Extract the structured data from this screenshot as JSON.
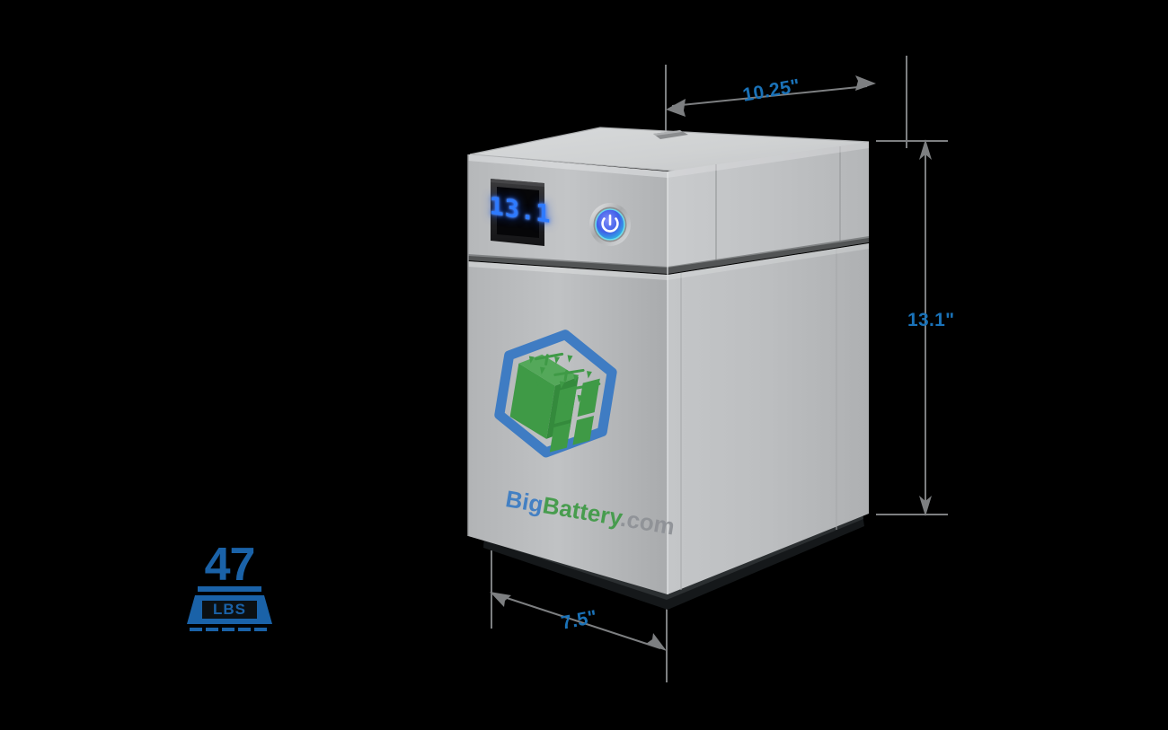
{
  "scene": {
    "background_color": "#000000",
    "subject": "lithium battery box with dimension callouts"
  },
  "dimensions": {
    "depth": {
      "label": "10.25\"",
      "name": "top-depth-dimension",
      "color": "#1a72b8"
    },
    "height": {
      "label": "13.1\"",
      "name": "right-height-dimension",
      "color": "#1a72b8"
    },
    "width": {
      "label": "7.5\"",
      "name": "bottom-width-dimension",
      "color": "#1a72b8"
    }
  },
  "weight_badge": {
    "value": "47",
    "unit": "LBS",
    "color": "#1a62a8"
  },
  "product": {
    "display": {
      "value": "13.1",
      "color": "#2e7bff",
      "type": "seven-segment-voltmeter"
    },
    "power_button": {
      "symbol": "power",
      "glow_color": "#3f6cf0"
    },
    "logo": {
      "word_one": "Big",
      "word_two": "Battery",
      "word_three": ".com",
      "color_one": "#3b7cc4",
      "color_two": "#3f9a46",
      "color_three": "#8e9196",
      "mark": "hexagon-battery-cells"
    },
    "casing_color": "#b9bbbd"
  }
}
